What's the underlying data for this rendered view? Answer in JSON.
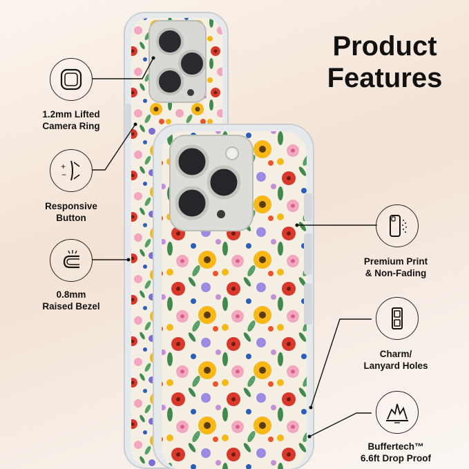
{
  "title": {
    "line1": "Product",
    "line2": "Features"
  },
  "features": [
    {
      "icon": "camera-ring-icon",
      "line1": "1.2mm Lifted",
      "line2": "Camera Ring"
    },
    {
      "icon": "responsive-button-icon",
      "line1": "Responsive",
      "line2": "Button"
    },
    {
      "icon": "raised-bezel-icon",
      "line1": "0.8mm",
      "line2": "Raised Bezel"
    },
    {
      "icon": "premium-print-icon",
      "line1": "Premium Print",
      "line2": "& Non-Fading"
    },
    {
      "icon": "lanyard-holes-icon",
      "line1": "Charm/",
      "line2": "Lanyard Holes"
    },
    {
      "icon": "drop-proof-icon",
      "line1": "Buffertech™",
      "line2": "6.6ft Drop Proof"
    }
  ],
  "colors": {
    "accent": "#111111",
    "background": "#f3e2d4"
  }
}
